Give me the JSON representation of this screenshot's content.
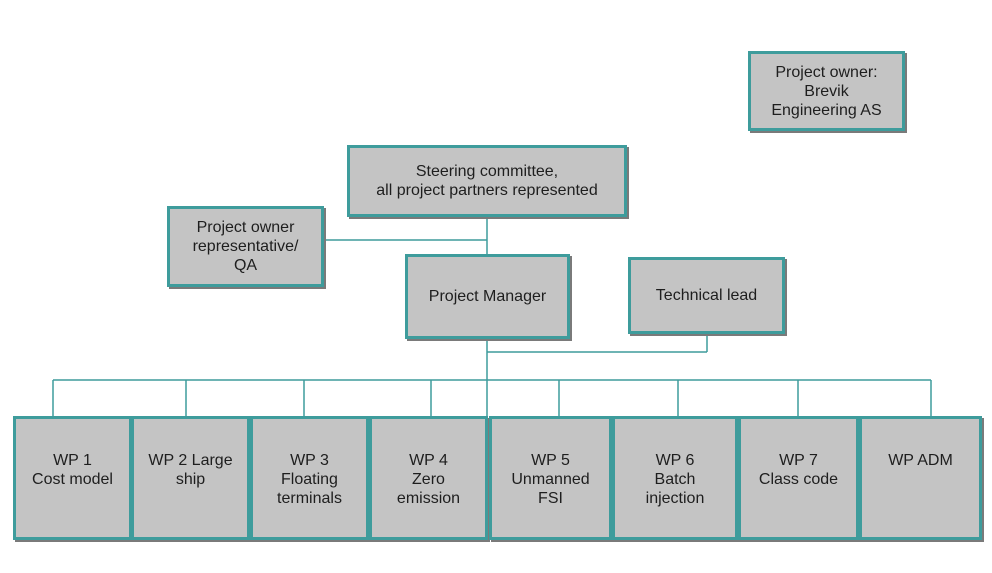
{
  "colors": {
    "box_fill": "#c4c4c4",
    "box_border": "#3e9c9c",
    "connector": "#3e9c9c",
    "text": "#1e1e1e"
  },
  "org_chart": {
    "project_owner": "Project owner:\nBrevik\nEngineering AS",
    "steering_committee": "Steering committee,\nall project partners represented",
    "owner_representative": "Project owner\nrepresentative/\nQA",
    "project_manager": "Project Manager",
    "technical_lead": "Technical lead",
    "work_packages": [
      "WP 1\nCost model",
      "WP 2 Large\nship",
      "WP 3\nFloating\nterminals",
      "WP 4\nZero\nemission",
      "WP 5\nUnmanned\nFSI",
      "WP 6\nBatch\ninjection",
      "WP 7\nClass code",
      "WP ADM"
    ]
  }
}
